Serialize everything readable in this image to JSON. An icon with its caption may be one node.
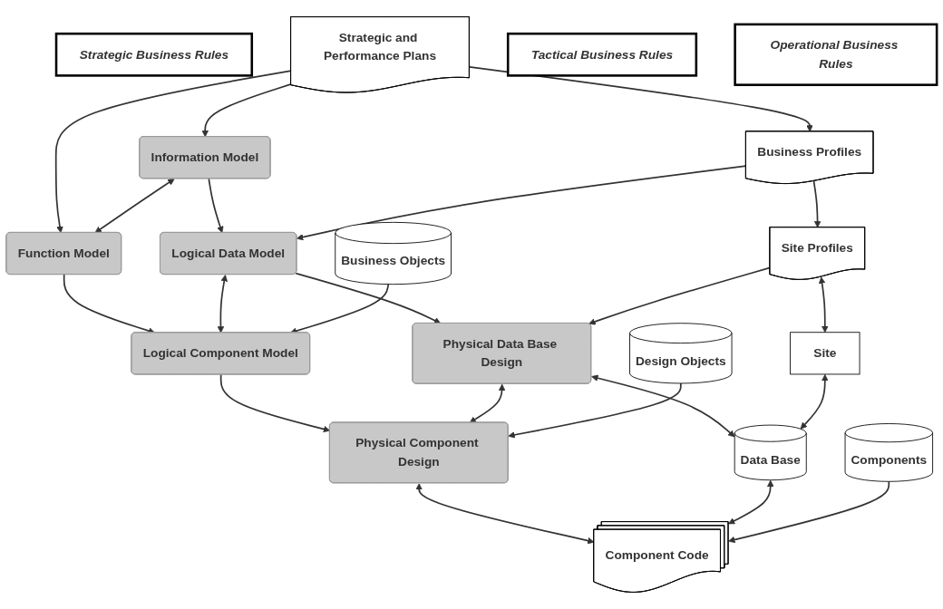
{
  "diagram": {
    "nodes": [
      {
        "text": [
          "Strategic Business Rules"
        ]
      },
      {
        "text": [
          "Strategic and Performance Plans"
        ]
      },
      {
        "text": [
          "Tactical Business Rules"
        ]
      },
      {
        "text": [
          "Business Profiles"
        ]
      },
      {
        "text": [
          "Information Model"
        ]
      },
      {
        "text": [
          "Function Model"
        ]
      },
      {
        "text": [
          "Operational Business Rules"
        ]
      },
      {
        "text": [
          "Logical Data Model"
        ]
      },
      {
        "text": [
          "Logical Component Model"
        ]
      },
      {
        "text": [
          "Business Objects"
        ]
      },
      {
        "text": [
          "Site Profiles"
        ]
      },
      {
        "text": [
          "Physical Data Base Design"
        ]
      },
      {
        "text": [
          "Physical Component Design"
        ]
      },
      {
        "text": [
          "Design Objects"
        ]
      },
      {
        "text": [
          "Site"
        ]
      },
      {
        "text": [
          "Data Base"
        ]
      },
      {
        "text": [
          "Component Code"
        ]
      },
      {
        "text": [
          "Components"
        ]
      }
    ],
    "edges": [
      {
        "from": 1,
        "to": 3,
        "arrow": "to"
      },
      {
        "from": 1,
        "to": 4,
        "arrow": "to"
      },
      {
        "from": 1,
        "to": 5,
        "arrow": "to"
      },
      {
        "from": 4,
        "to": 5,
        "arrow": "both"
      },
      {
        "from": 4,
        "to": 7,
        "arrow": "to"
      },
      {
        "from": 5,
        "to": 8,
        "arrow": "to"
      },
      {
        "from": 3,
        "to": 10,
        "arrow": "to"
      },
      {
        "from": 3,
        "to": 7,
        "arrow": "to"
      },
      {
        "from": 7,
        "to": 8,
        "arrow": "both"
      },
      {
        "from": 9,
        "to": 8,
        "arrow": "to"
      },
      {
        "from": 7,
        "to": 11,
        "arrow": "to"
      },
      {
        "from": 8,
        "to": 12,
        "arrow": "to"
      },
      {
        "from": 10,
        "to": 11,
        "arrow": "to"
      },
      {
        "from": 11,
        "to": 12,
        "arrow": "both"
      },
      {
        "from": 13,
        "to": 12,
        "arrow": "to"
      },
      {
        "from": 10,
        "to": 14,
        "arrow": "both"
      },
      {
        "from": 11,
        "to": 15,
        "arrow": "both"
      },
      {
        "from": 12,
        "to": 16,
        "arrow": "both"
      },
      {
        "from": 14,
        "to": 15,
        "arrow": "both"
      },
      {
        "from": 15,
        "to": 16,
        "arrow": "both"
      },
      {
        "from": 17,
        "to": 16,
        "arrow": "to"
      }
    ]
  }
}
